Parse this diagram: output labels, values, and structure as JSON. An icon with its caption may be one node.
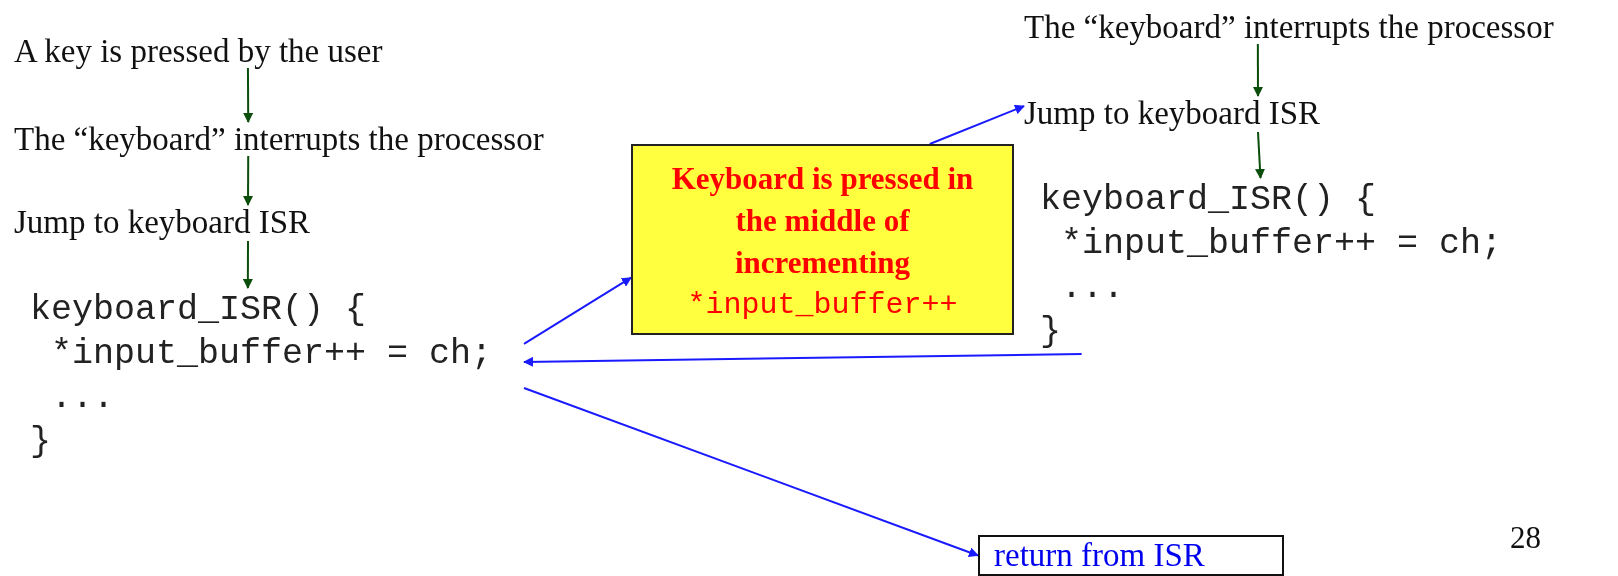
{
  "diagram": {
    "nodes": [
      {
        "text": [
          "A key is pressed by the user"
        ]
      },
      {
        "text": [
          "The “keyboard” interrupts the processor"
        ]
      },
      {
        "text": [
          "Jump to keyboard ISR"
        ]
      },
      {
        "text": [
          "keyboard_ISR() {",
          "*input_buffer++ = ch;",
          "...",
          "}"
        ]
      },
      {
        "text": [
          "Keyboard is pressed in the middle of incrementing",
          "*input_buffer++"
        ]
      },
      {
        "text": [
          "The “keyboard” interrupts the processor"
        ]
      },
      {
        "text": [
          "Jump to keyboard ISR"
        ]
      },
      {
        "text": [
          "keyboard_ISR() {",
          "*input_buffer++ = ch;",
          "...",
          "}"
        ]
      },
      {
        "text": [
          "return from ISR"
        ]
      }
    ],
    "edges": [
      {
        "from": 0,
        "to": 1,
        "arrow": "to"
      },
      {
        "from": 1,
        "to": 2,
        "arrow": "to"
      },
      {
        "from": 2,
        "to": 3,
        "arrow": "to"
      },
      {
        "from": 3,
        "to": 4,
        "arrow": "to",
        "color": "#1a1aff"
      },
      {
        "from": 4,
        "to": 6,
        "arrow": "to",
        "color": "#1a1aff"
      },
      {
        "from": 5,
        "to": 6,
        "arrow": "to"
      },
      {
        "from": 6,
        "to": 7,
        "arrow": "to"
      },
      {
        "from": 7,
        "to": 3,
        "arrow": "to",
        "color": "#1a1aff"
      },
      {
        "from": 3,
        "to": 8,
        "arrow": "to",
        "color": "#1a1aff"
      }
    ],
    "labels": [
      "28"
    ]
  }
}
